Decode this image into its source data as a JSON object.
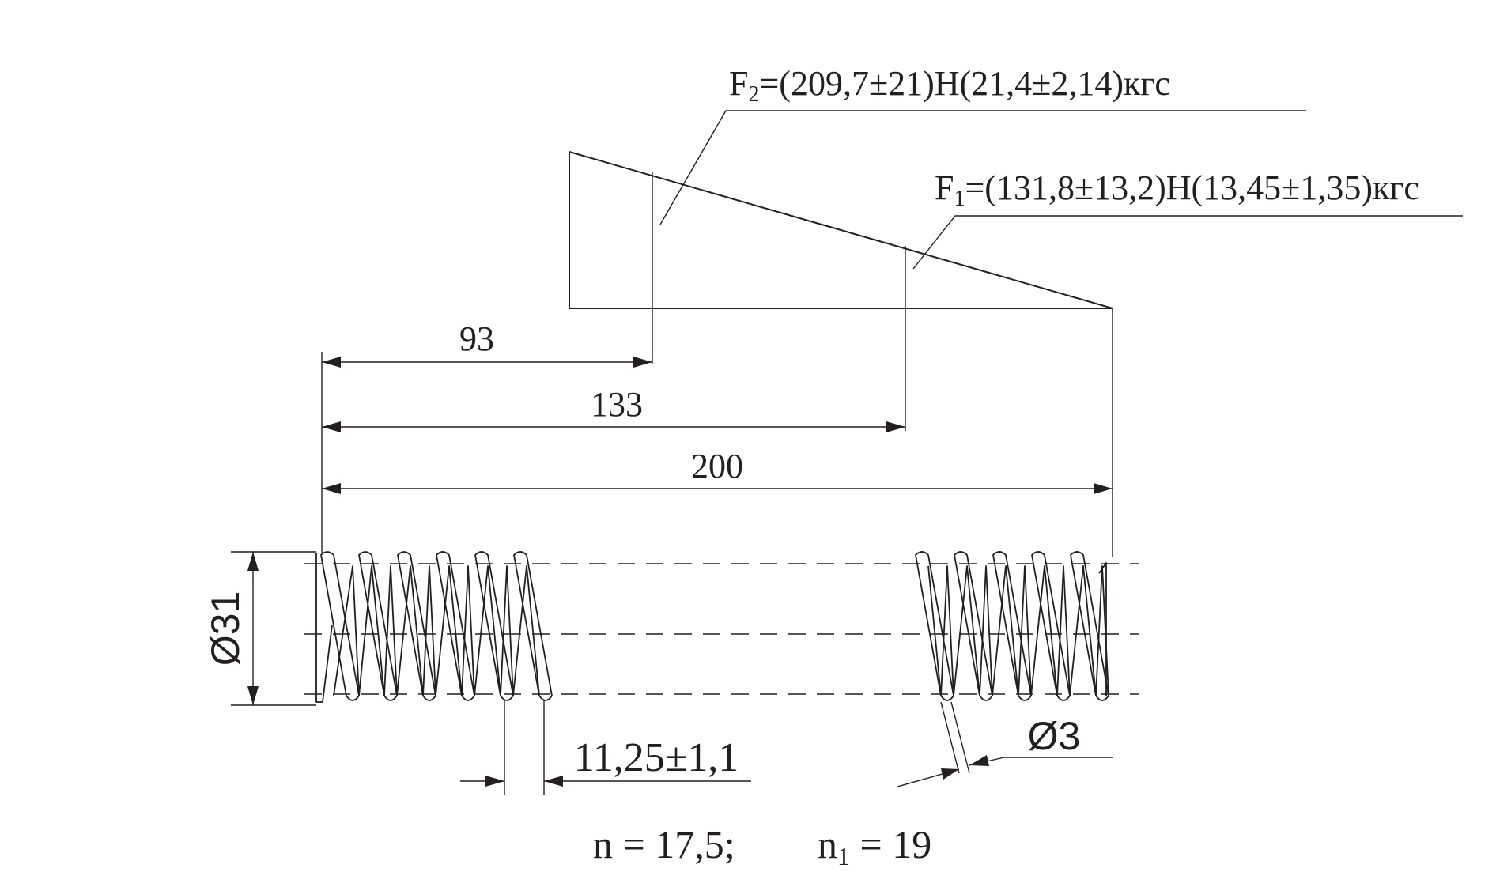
{
  "annotations": {
    "f2": {
      "base": "F",
      "sub": "2",
      "rest": "=(209,7±21)Н(21,4±2,14)кгс"
    },
    "f1": {
      "base": "F",
      "sub": "1",
      "rest": "=(131,8±13,2)Н(13,45±1,35)кгс"
    }
  },
  "dimensions": {
    "d93": "93",
    "d133": "133",
    "d200": "200",
    "diameter_outer": "Ø31",
    "wire_diameter": "Ø3",
    "pitch": "11,25±1,1"
  },
  "footer": {
    "n_label": "n = 17,5;",
    "n1_base": "n",
    "n1_sub": "1",
    "n1_rest": " = 19"
  }
}
